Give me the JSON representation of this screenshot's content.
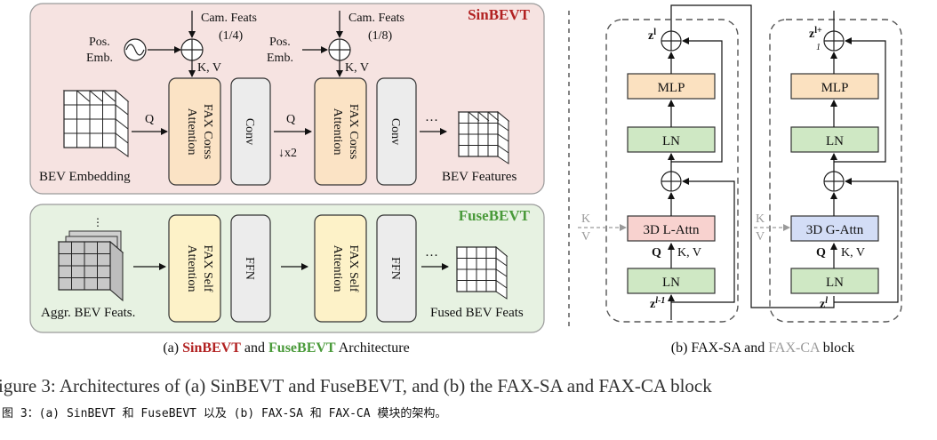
{
  "panel_a": {
    "sinbevt": {
      "title": "SinBEVT",
      "cam_feats_1": "Cam. Feats",
      "scale_1": "(1/4)",
      "cam_feats_2": "Cam. Feats",
      "scale_2": "(1/8)",
      "pos_emb_line1": "Pos.",
      "pos_emb_line2": "Emb.",
      "kv": "K, V",
      "q": "Q",
      "x2": "↓x2",
      "fax_cross_line1": "FAX Corss",
      "fax_cross_line2": "Attention",
      "conv": "Conv",
      "dots": "···",
      "bev_embedding": "BEV Embedding",
      "bev_features": "BEV Features"
    },
    "fusebevt": {
      "title": "FuseBEVT",
      "fax_self_line1": "FAX Self",
      "fax_self_line2": "Attention",
      "ffn": "FFN",
      "dots": "···",
      "aggr_bev_feats": "Aggr. BEV Feats.",
      "fused_bev_feats": "Fused BEV Feats"
    },
    "caption_prefix": "(a)",
    "caption_sin": "SinBEVT",
    "caption_and": "and",
    "caption_fuse": "FuseBEVT",
    "caption_suffix": "Architecture"
  },
  "panel_b": {
    "block1": {
      "mlp": "MLP",
      "ln": "LN",
      "attn": "3D L-Attn",
      "z_out": "z",
      "z_out_sup": "l",
      "z_in": "z",
      "z_in_sup": "l-1",
      "q": "Q",
      "kv": "K, V"
    },
    "block2": {
      "mlp": "MLP",
      "ln": "LN",
      "attn": "3D G-Attn",
      "z_out": "z",
      "z_out_sup": "l+",
      "z_out_sub": "1",
      "z_in": "z",
      "z_in_sup": "l",
      "q": "Q",
      "kv": "K, V"
    },
    "side_k": "K",
    "side_v": "V",
    "caption_prefix": "(b) FAX-SA and",
    "caption_ca": "FAX-CA",
    "caption_suffix": "block"
  },
  "figure_caption_en": "igure 3: Architectures of (a) SinBEVT and FuseBEVT, and (b) the FAX-SA and FAX-CA block",
  "figure_caption_zh": "图 3：(a) SinBEVT 和 FuseBEVT 以及 (b) FAX-SA 和 FAX-CA 模块的架构。",
  "colors": {
    "sin_bg": "#f6e3e1",
    "fuse_bg": "#e7f2e2",
    "sin_red": "#b22222",
    "fuse_green": "#4a9a3a",
    "attn_orange": "#fbe3c5",
    "attn_yellow": "#fdf2c8",
    "conv_gray": "#ececec",
    "mlp_orange": "#fbe1c0",
    "ln_green": "#cfe8c4",
    "lattn_pink": "#f8d2cf",
    "gattn_blue": "#d3ddf6",
    "gray_text": "#9a9a9a"
  }
}
